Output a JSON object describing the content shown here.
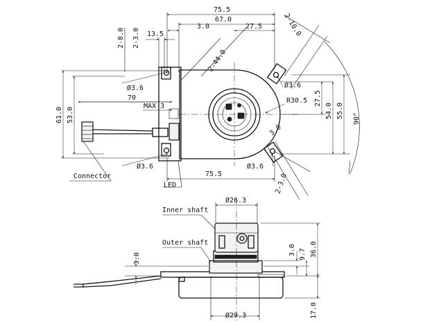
{
  "top_view": {
    "dims": {
      "width_outer": "75.5",
      "width_67": "67.0",
      "dim_3": "3.0",
      "dim_27_5_top": "27.5",
      "dim_13_5": "13.5",
      "dim_2_8": "2-8.0",
      "dim_2_3_left": "2-3.0",
      "dim_2_10": "2-10.0",
      "dim_2_44": "2-44.0",
      "hole_top_left": "Ø3.6",
      "hole_top_right": "Ø3.6",
      "hole_bottom_left": "Ø3.6",
      "hole_bottom_right": "Ø3.6",
      "radius": "R30.5",
      "dim_27_5_right": "27.5",
      "dim_54": "54.0",
      "dim_55": "55.0",
      "angle": "90°",
      "dim_61": "61.0",
      "dim_53": "53.0",
      "dim_70": "70",
      "max_3": "MAX 3",
      "dim_3_small": "3.0",
      "bottom_75_5": "75.5",
      "dim_2_3_bottom": "2-3.0"
    },
    "labels": {
      "connector": "Connector",
      "led": "LED"
    }
  },
  "side_view": {
    "dims": {
      "inner_dia": "Ø26.3",
      "outer_dia": "Ø29.3",
      "dim_3_left": "3.0",
      "dim_3_right": "3.0",
      "dim_9_7": "9.7",
      "dim_36": "36.0",
      "dim_17": "17.0"
    },
    "labels": {
      "inner_shaft": "Inner shaft",
      "outer_shaft": "Outer shaft"
    }
  }
}
